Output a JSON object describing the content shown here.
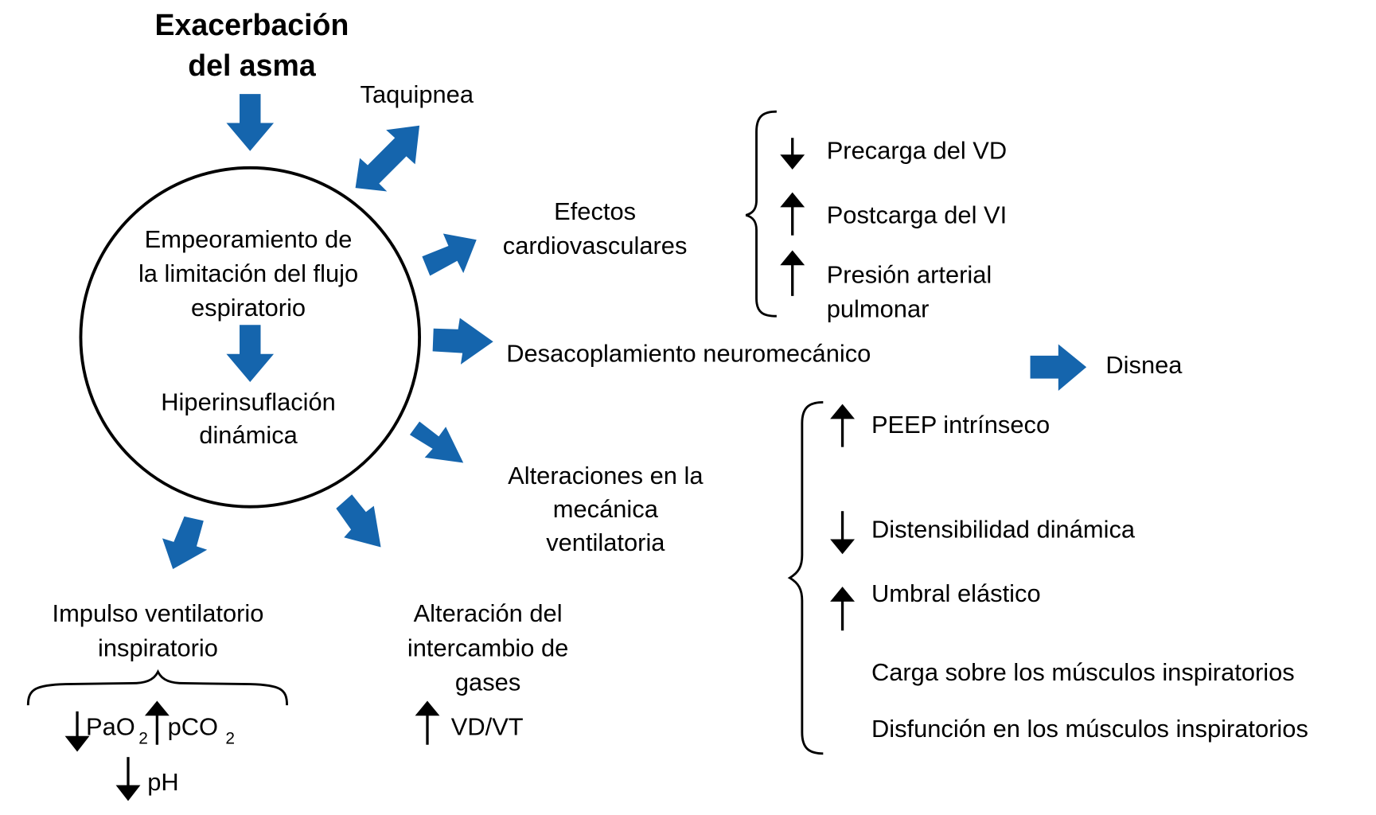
{
  "diagram": {
    "title_line1": "Exacerbación",
    "title_line2": "del asma",
    "taquipnea": "Taquipnea",
    "center": {
      "line1": "Empeoramiento de",
      "line2": "la limitación del flujo",
      "line3": "espiratorio",
      "line4": "Hiperinsuflación",
      "line5": "dinámica"
    },
    "cardio": {
      "label_line1": "Efectos",
      "label_line2": "cardiovasculares",
      "items": [
        {
          "direction": "down",
          "text": "Precarga del VD"
        },
        {
          "direction": "up",
          "text": "Postcarga del VI"
        },
        {
          "direction": "up",
          "text": "Presión arterial",
          "text2": "pulmonar"
        }
      ]
    },
    "neuro": {
      "label": "Desacoplamiento neuromecánico",
      "result": "Disnea"
    },
    "mecanica": {
      "label_line1": "Alteraciones en la",
      "label_line2": "mecánica",
      "label_line3": "ventilatoria",
      "items": [
        {
          "direction": "up",
          "text": "PEEP intrínseco"
        },
        {
          "direction": "down",
          "text": "Distensibilidad dinámica"
        },
        {
          "direction": "up",
          "text": "Umbral elástico"
        },
        {
          "direction": "none",
          "text": "Carga sobre los músculos inspiratorios"
        },
        {
          "direction": "none",
          "text": "Disfunción en los músculos inspiratorios"
        }
      ]
    },
    "impulso": {
      "label_line1": "Impulso ventilatorio",
      "label_line2": "inspiratorio",
      "pao2": "PaO",
      "pco2": "pCO",
      "subscript": "2",
      "ph": "pH"
    },
    "intercambio": {
      "label_line1": "Alteración del",
      "label_line2": "intercambio de",
      "label_line3": "gases",
      "item": "VD/VT"
    },
    "colors": {
      "arrow_blue": "#1565ad",
      "text": "#000000"
    }
  }
}
